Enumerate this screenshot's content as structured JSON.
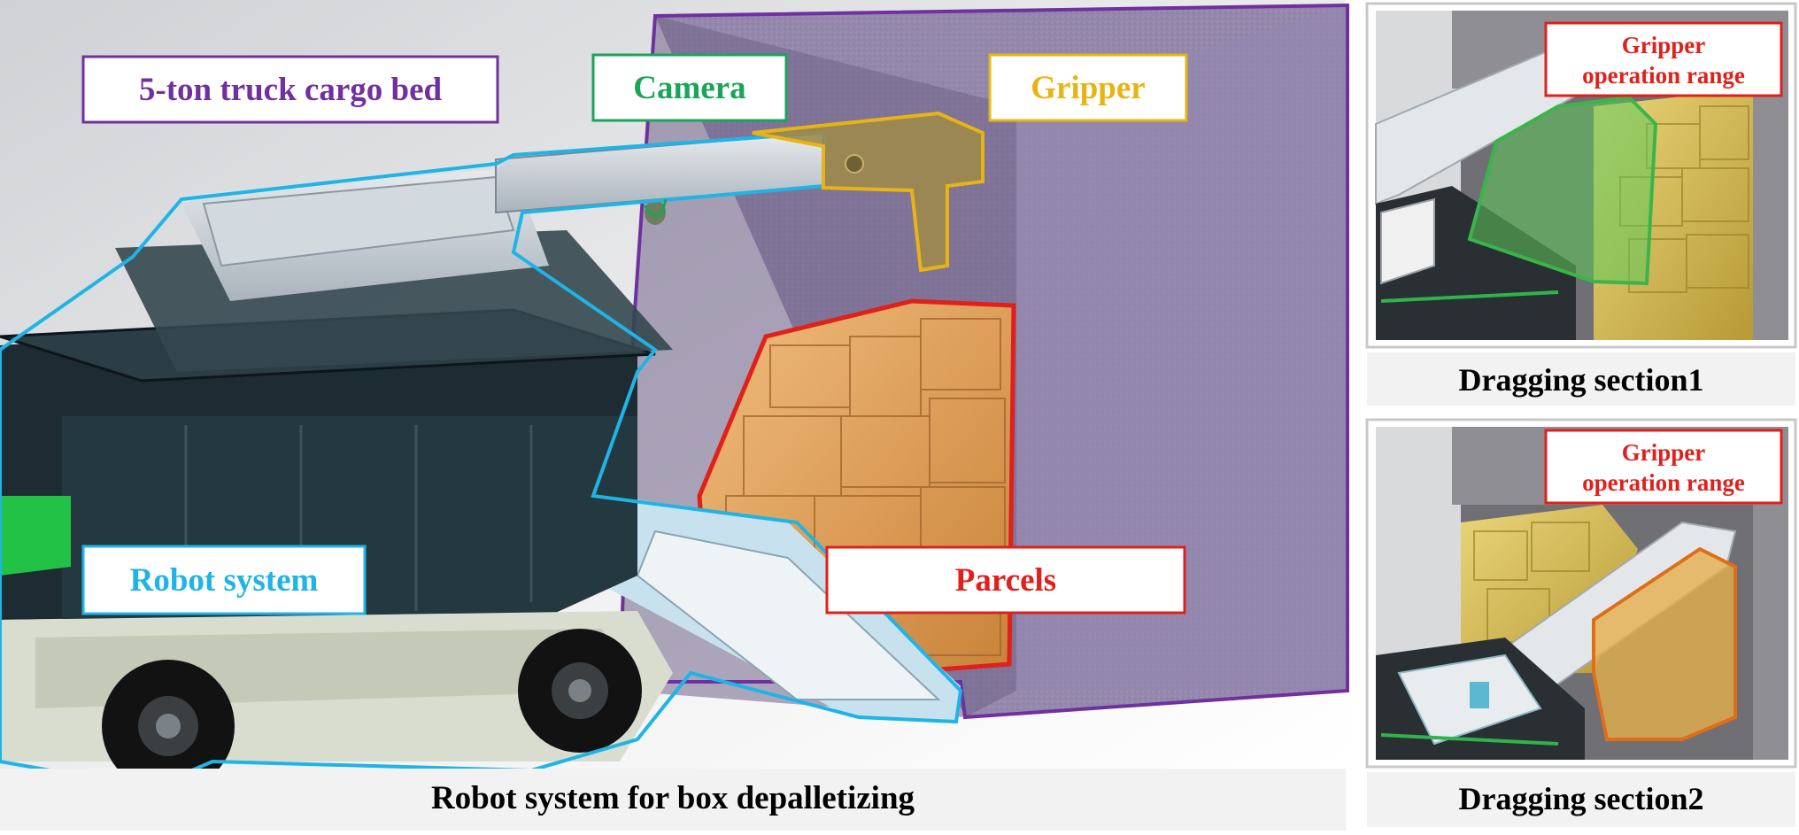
{
  "main_panel": {
    "caption": "Robot system for box depalletizing",
    "labels": {
      "cargo_bed": {
        "text": "5-ton truck cargo bed",
        "color": "#7030a0"
      },
      "camera": {
        "text": "Camera",
        "color": "#1aa55a"
      },
      "gripper": {
        "text": "Gripper",
        "color": "#e7b416"
      },
      "robot": {
        "text": "Robot system",
        "color": "#1fb4e6"
      },
      "parcels": {
        "text": "Parcels",
        "color": "#e0201b"
      }
    }
  },
  "side_panels": [
    {
      "caption": "Dragging section1",
      "range_label_line1": "Gripper",
      "range_label_line2": "operation range",
      "range_color": "#39b54a"
    },
    {
      "caption": "Dragging section2",
      "range_label_line1": "Gripper",
      "range_label_line2": "operation range",
      "range_color": "#e06d1a"
    }
  ]
}
